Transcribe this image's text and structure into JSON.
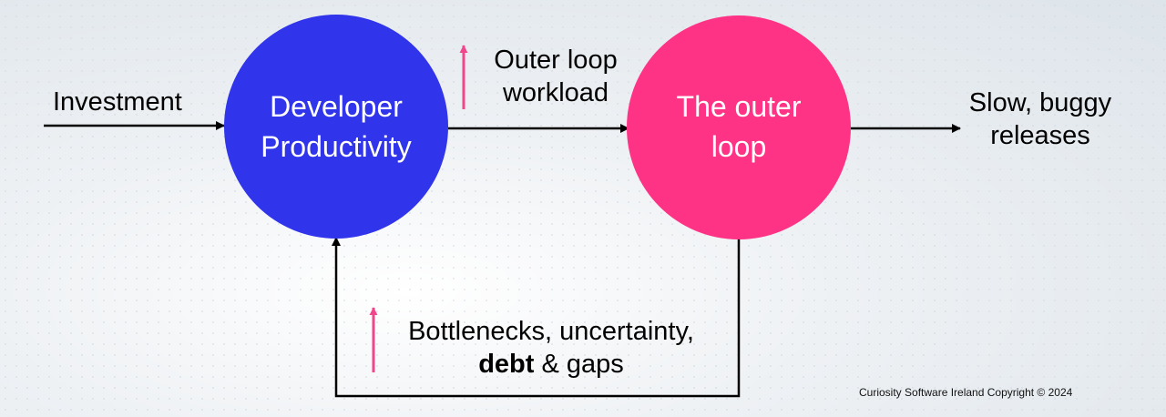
{
  "nodes": {
    "developer_productivity": {
      "line1": "Developer",
      "line2": "Productivity",
      "color": "#3034ea"
    },
    "outer_loop": {
      "line1": "The outer",
      "line2": "loop",
      "color": "#ff3385"
    }
  },
  "labels": {
    "investment": "Investment",
    "outer_workload_line1": "Outer loop",
    "outer_workload_line2": "workload",
    "result_line1": "Slow, buggy",
    "result_line2": "releases",
    "feedback_line1": "Bottlenecks, uncertainty,",
    "feedback_bold": "debt",
    "feedback_rest": " & gaps"
  },
  "footer": {
    "copyright": "Curiosity  Software Ireland  Copyright  © 2024"
  },
  "colors": {
    "arrow": "#000000",
    "up_arrow": "#f0468c"
  }
}
